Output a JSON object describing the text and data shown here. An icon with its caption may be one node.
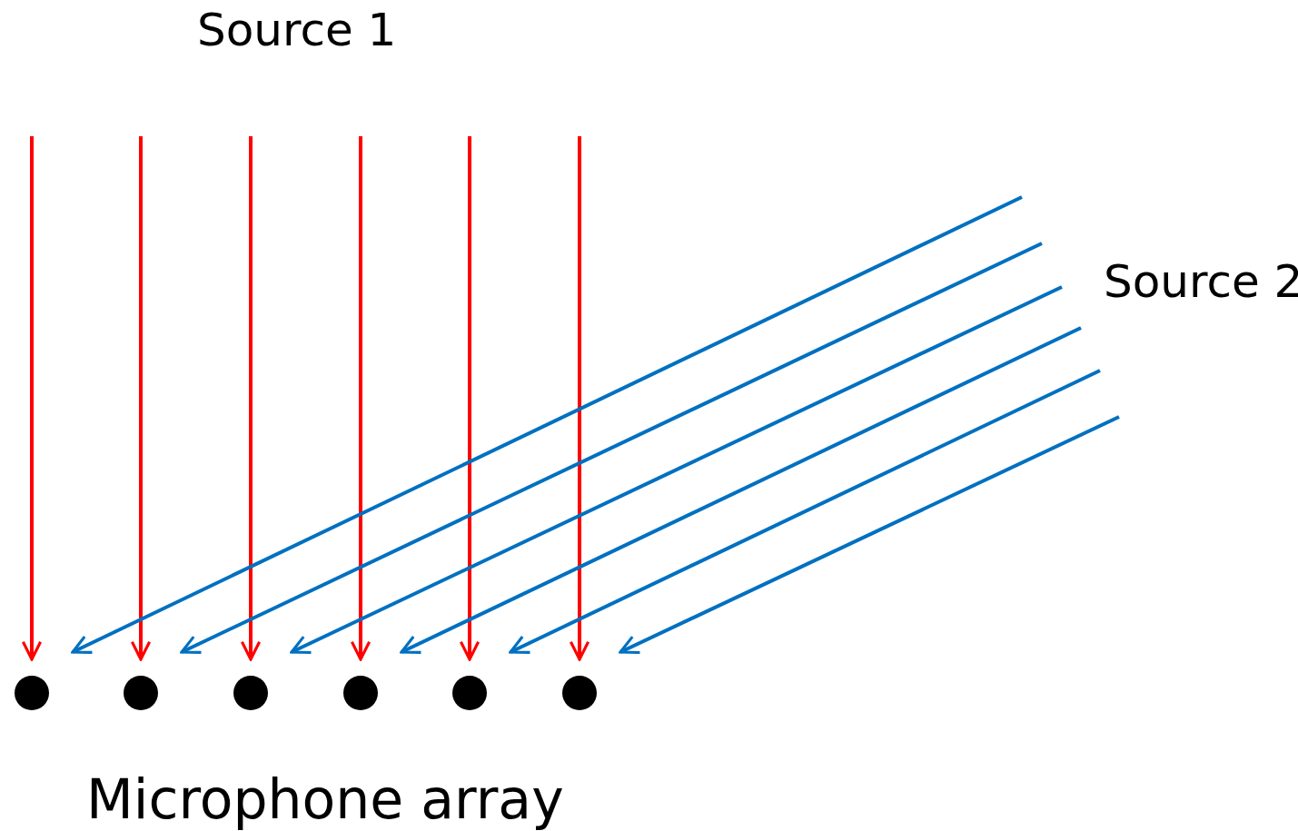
{
  "diagram": {
    "nodes": [
      {
        "text": [],
        "shape": "circle"
      },
      {
        "text": [],
        "shape": "circle"
      },
      {
        "text": [],
        "shape": "circle"
      },
      {
        "text": [],
        "shape": "circle"
      },
      {
        "text": [],
        "shape": "circle"
      },
      {
        "text": [],
        "shape": "circle"
      }
    ],
    "edges": [
      {
        "from": null,
        "to": 0,
        "arrow": "to",
        "color": "#ff0000"
      },
      {
        "from": null,
        "to": 1,
        "arrow": "to",
        "color": "#ff0000"
      },
      {
        "from": null,
        "to": 2,
        "arrow": "to",
        "color": "#ff0000"
      },
      {
        "from": null,
        "to": 3,
        "arrow": "to",
        "color": "#ff0000"
      },
      {
        "from": null,
        "to": 4,
        "arrow": "to",
        "color": "#ff0000"
      },
      {
        "from": null,
        "to": 5,
        "arrow": "to",
        "color": "#ff0000"
      },
      {
        "from": null,
        "to": 0,
        "arrow": "to",
        "color": "#0070c0"
      },
      {
        "from": null,
        "to": 1,
        "arrow": "to",
        "color": "#0070c0"
      },
      {
        "from": null,
        "to": 2,
        "arrow": "to",
        "color": "#0070c0"
      },
      {
        "from": null,
        "to": 3,
        "arrow": "to",
        "color": "#0070c0"
      },
      {
        "from": null,
        "to": 4,
        "arrow": "to",
        "color": "#0070c0"
      },
      {
        "from": null,
        "to": 5,
        "arrow": "to",
        "color": "#0070c0"
      }
    ],
    "labels": [
      "Source 1",
      "Source 2",
      "Microphone array"
    ]
  }
}
